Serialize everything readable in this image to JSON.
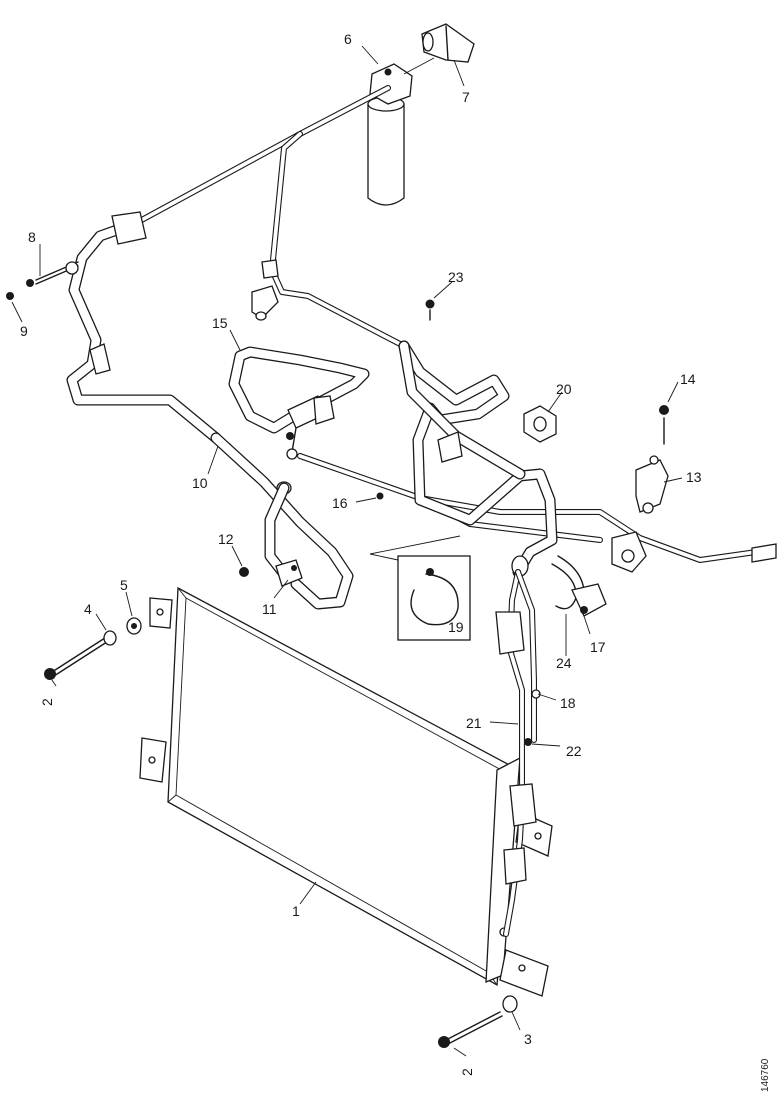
{
  "callouts": [
    "1",
    "2",
    "2",
    "3",
    "4",
    "5",
    "6",
    "7",
    "8",
    "9",
    "10",
    "11",
    "12",
    "13",
    "14",
    "15",
    "16",
    "17",
    "18",
    "19",
    "20",
    "21",
    "22",
    "23",
    "24"
  ],
  "reference_number": "146760"
}
